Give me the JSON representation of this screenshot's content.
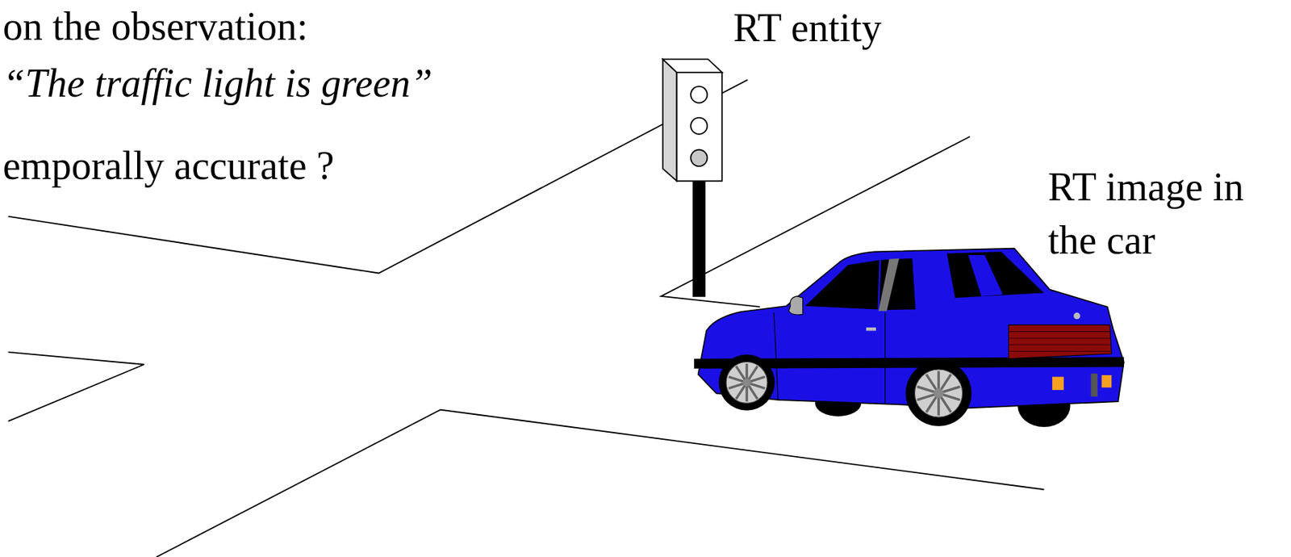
{
  "diagram": {
    "labels": [
      "on the observation:",
      "“The traffic light is green”",
      "emporally accurate ?",
      "RT entity",
      "RT image in the car"
    ]
  }
}
